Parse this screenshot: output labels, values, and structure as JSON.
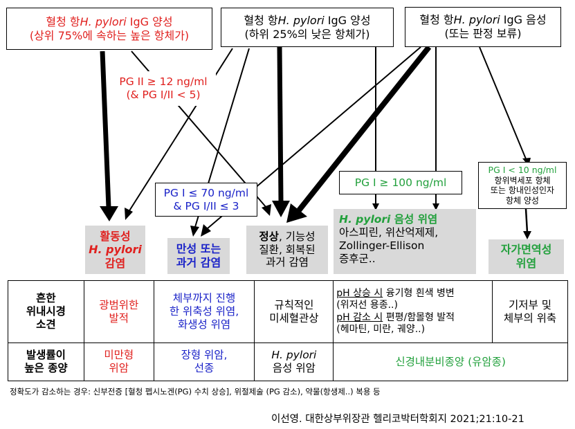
{
  "top": {
    "positive_high": {
      "line1_pre": "혈청 항",
      "line1_italic": "H. pylori",
      "line1_post": " IgG 양성",
      "line2": "(상위 75%에 속하는 높은 항체가)"
    },
    "positive_low": {
      "line1_pre": "혈청 항",
      "line1_italic": "H. pylori",
      "line1_post": " IgG 양성",
      "line2": "(하위 25%의 낮은 항체가)"
    },
    "negative": {
      "line1_pre": "혈청 항",
      "line1_italic": "H. pylori",
      "line1_post": " IgG 음성",
      "line2": "(또는 판정 보류)"
    }
  },
  "criteria": {
    "pg2": {
      "line1": "PG II ≥ 12 ng/ml",
      "line2": "(& PG I/II < 5)"
    },
    "pg1_low": {
      "line1": "PG I ≤ 70 ng/ml",
      "line2": "& PG I/II ≤ 3"
    },
    "pg1_high": {
      "line1": "PG I ≥ 100 ng/ml"
    },
    "pg1_very_low": {
      "line1": "PG I < 10 ng/ml",
      "line2": "항위벽세포 항체",
      "line3": "또는 항내인성인자",
      "line4": "항체 양성"
    }
  },
  "outcomes": {
    "active": {
      "line1": "활동성",
      "line2": "H. pylori",
      "line3": "감염"
    },
    "chronic": {
      "line1": "만성 또는",
      "line2": "과거 감염"
    },
    "normal": {
      "line1_bold": "정상",
      "line1_rest": ", 기능성",
      "line2": "질환, 회복된",
      "line3": "과거 감염"
    },
    "negative_infection": {
      "line1_italic": "H. pylori",
      "line1_rest": " 음성 위염",
      "line2": "아스피린, 위산억제제,",
      "line3": "Zollinger-Ellison",
      "line4": "증후군.."
    },
    "autoimmune": {
      "line1": "자가면역성",
      "line2": "위염"
    }
  },
  "table": {
    "row1_header": {
      "line1": "흔한",
      "line2": "위내시경",
      "line3": "소견"
    },
    "row1": {
      "c1": {
        "line1": "광범위한",
        "line2": "발적"
      },
      "c2": {
        "line1": "체부까지 진행",
        "line2": "한 위축성 위염,",
        "line3": "화생성 위염"
      },
      "c3": {
        "line1": "규칙적인",
        "line2": "미세혈관상"
      },
      "c4": {
        "a_u": "pH 상승 시",
        "a_rest": " 융기형 흰색 병변",
        "a2": "(위저선 용종..)",
        "b_u": "pH 감소 시",
        "b_rest": " 편평/함몰형 발적",
        "b2": "(헤마틴, 미란, 궤양..)"
      },
      "c5": {
        "line1": "기저부 및",
        "line2": "체부의 위축"
      }
    },
    "row2_header": {
      "line1": "발생률이",
      "line2": "높은 종양"
    },
    "row2": {
      "c1": {
        "line1": "미만형",
        "line2": "위암"
      },
      "c2": {
        "line1": "장형 위암,",
        "line2": "선종"
      },
      "c3": {
        "line1_italic": "H. pylori",
        "line2": "음성 위암"
      },
      "c4": {
        "line1": "신경내분비종양 (유암종)"
      }
    }
  },
  "footnote": "정확도가 감소하는 경우: 신부전증 [혈청 펩시노겐(PG) 수치 상승], 위절제술 (PG 감소), 약물(항생제..) 복용 등",
  "citation": "이선영. 대한상부위장관 헬리코박터학회지 2021;21:10-21",
  "colors": {
    "red": "#e0201e",
    "blue": "#1a22c8",
    "green": "#22a03c",
    "gray_fill": "#d9d9d9"
  }
}
